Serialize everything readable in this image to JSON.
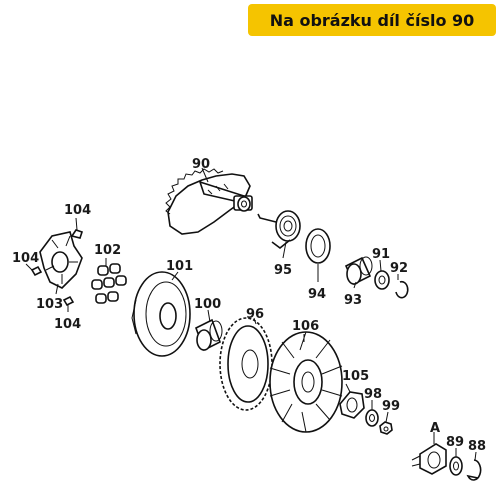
{
  "banner": {
    "text": "Na obrázku díl číslo 90",
    "color": "#f5c400"
  },
  "labels": {
    "p90": "90",
    "p104a": "104",
    "p104b": "104",
    "p104c": "104",
    "p103": "103",
    "p102": "102",
    "p101": "101",
    "p100": "100",
    "p95": "95",
    "p94": "94",
    "p93": "93",
    "p91": "91",
    "p92": "92",
    "p96": "96",
    "p106": "106",
    "p105": "105",
    "p98": "98",
    "p99": "99",
    "pA": "A",
    "p89": "89",
    "p88": "88"
  }
}
